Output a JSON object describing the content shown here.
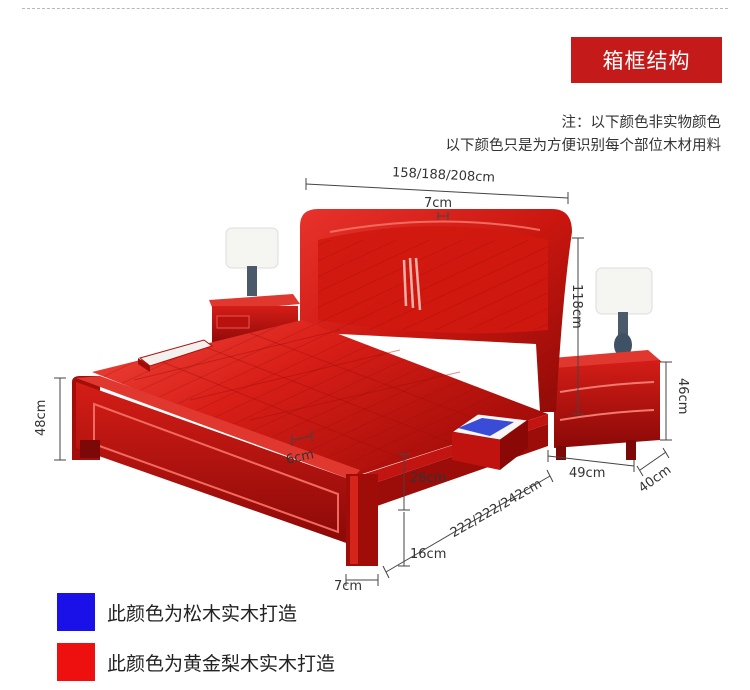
{
  "header": {
    "title": "箱框结构",
    "note_line1": "注：以下颜色非实物颜色",
    "note_line2": "以下颜色只是为方便识别每个部位木材用料"
  },
  "dimensions": {
    "bed_width": "158/188/208cm",
    "headboard_top": "7cm",
    "headboard_height": "118cm",
    "bed_height": "48cm",
    "rail_width": "6cm",
    "rail_height": "26cm",
    "bed_length": "222/222/242cm",
    "leg_height": "16cm",
    "leg_width": "7cm",
    "nightstand_width": "49cm",
    "nightstand_depth": "40cm",
    "nightstand_height": "46cm"
  },
  "legend": [
    {
      "color": "#1a10e8",
      "label": "此颜色为松木实木打造"
    },
    {
      "color": "#ee0f0f",
      "label": "此颜色为黄金梨木实木打造"
    }
  ],
  "colors": {
    "accent": "#c41a1a",
    "wood_light": "#e2231f",
    "wood_mid": "#b8120f",
    "wood_dark": "#7c0808"
  }
}
